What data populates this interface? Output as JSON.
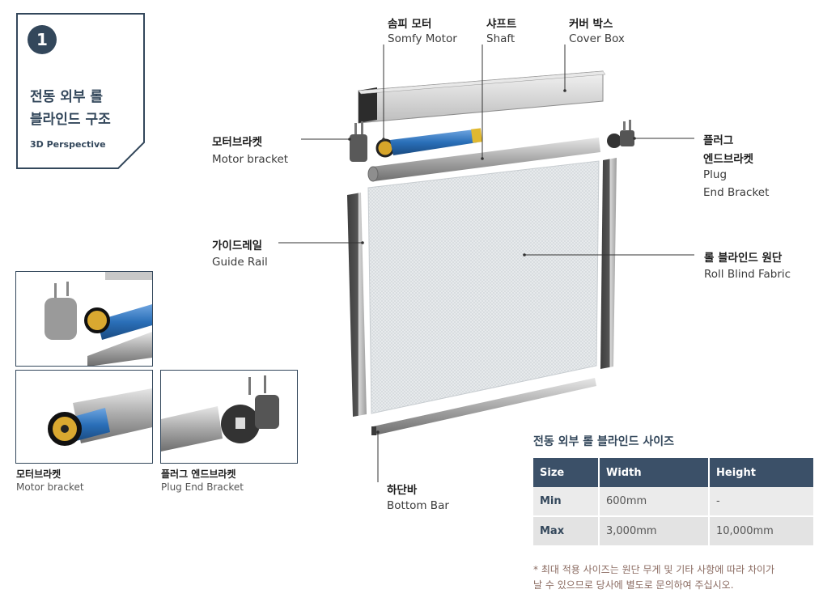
{
  "title": {
    "number": "1",
    "heading": "전동 외부 롤\n블라인드 구조",
    "subtitle": "3D Perspective"
  },
  "parts": {
    "somfy_motor": {
      "kr": "솜피 모터",
      "en": "Somfy Motor"
    },
    "shaft": {
      "kr": "샤프트",
      "en": "Shaft"
    },
    "cover_box": {
      "kr": "커버 박스",
      "en": "Cover Box"
    },
    "motor_bracket": {
      "kr": "모터브라켓",
      "en": "Motor bracket"
    },
    "plug_end_bracket": {
      "kr1": "플러그",
      "kr2": "엔드브라켓",
      "en1": "Plug",
      "en2": "End Bracket"
    },
    "guide_rail": {
      "kr": "가이드레일",
      "en": "Guide Rail"
    },
    "roll_blind_fabric": {
      "kr": "롤 블라인드 원단",
      "en": "Roll Blind Fabric"
    },
    "bottom_bar": {
      "kr": "하단바",
      "en": "Bottom Bar"
    }
  },
  "insets": {
    "motor_bracket": {
      "kr": "모터브라켓",
      "en": "Motor bracket"
    },
    "plug_end_bracket": {
      "kr": "플러그 엔드브라켓",
      "en": "Plug End Bracket"
    }
  },
  "size_table": {
    "title": "전동 외부 롤 블라인드 사이즈",
    "headers": [
      "Size",
      "Width",
      "Height"
    ],
    "rows": [
      [
        "Min",
        "600mm",
        "-"
      ],
      [
        "Max",
        "3,000mm",
        "10,000mm"
      ]
    ],
    "note": "* 최대 적용 사이즈는 원단 무게 및 기타 사항에 따라 차이가\n날 수 있으므로 당사에 별도로 문의하여 주십시오."
  },
  "colors": {
    "navy": "#33475b",
    "header_bg": "#3b5068",
    "motor_blue": "#2a6fb8",
    "note": "#8a6a60"
  }
}
